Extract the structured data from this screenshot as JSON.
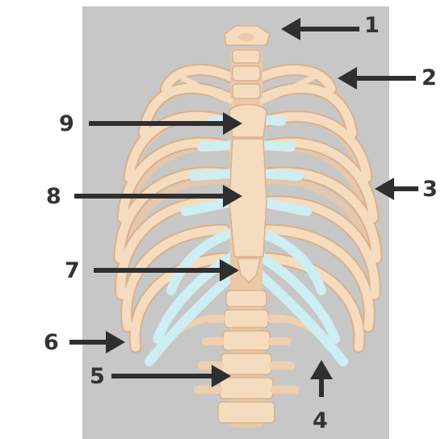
{
  "figure": {
    "colors": {
      "panel": "#c7c7c7",
      "bone": "#f6dcbf",
      "bone_outline": "#d9b08c",
      "cartilage": "#cdeef2",
      "arrow": "#2f2f2f",
      "label": "#333333"
    },
    "labels": [
      {
        "id": "1",
        "text": "1"
      },
      {
        "id": "2",
        "text": "2"
      },
      {
        "id": "3",
        "text": "3"
      },
      {
        "id": "4",
        "text": "4"
      },
      {
        "id": "5",
        "text": "5"
      },
      {
        "id": "6",
        "text": "6"
      },
      {
        "id": "7",
        "text": "7"
      },
      {
        "id": "8",
        "text": "8"
      },
      {
        "id": "9",
        "text": "9"
      }
    ]
  }
}
